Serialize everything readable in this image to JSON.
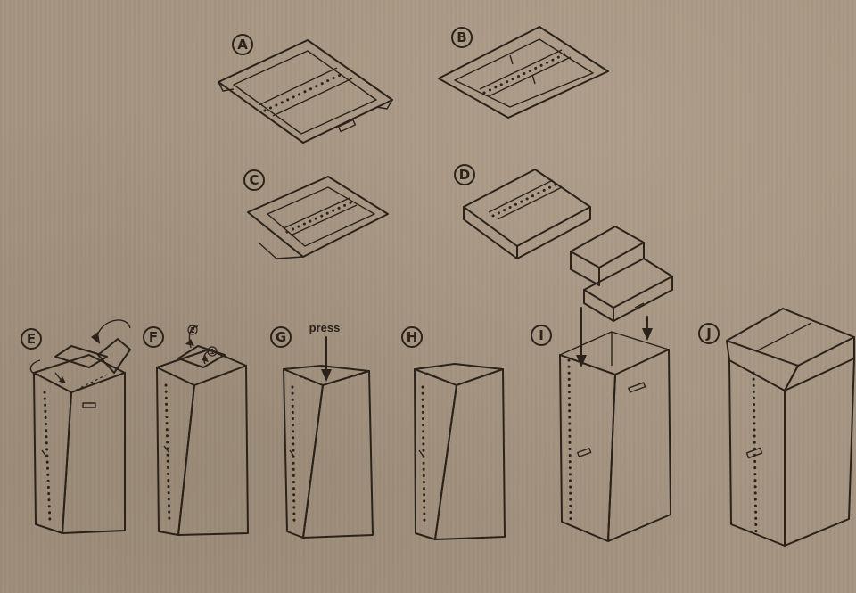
{
  "steps": [
    {
      "id": "A",
      "label": "A"
    },
    {
      "id": "B",
      "label": "B"
    },
    {
      "id": "C",
      "label": "C"
    },
    {
      "id": "D",
      "label": "D"
    },
    {
      "id": "E",
      "label": "E"
    },
    {
      "id": "F",
      "label": "F"
    },
    {
      "id": "G",
      "label": "G"
    },
    {
      "id": "H",
      "label": "H"
    },
    {
      "id": "I",
      "label": "I"
    },
    {
      "id": "J",
      "label": "J"
    }
  ],
  "annotations": {
    "press": "press",
    "order_1": "1",
    "order_2": "2"
  },
  "colors": {
    "cardboard": "#a49380",
    "ink": "#2b231b"
  }
}
